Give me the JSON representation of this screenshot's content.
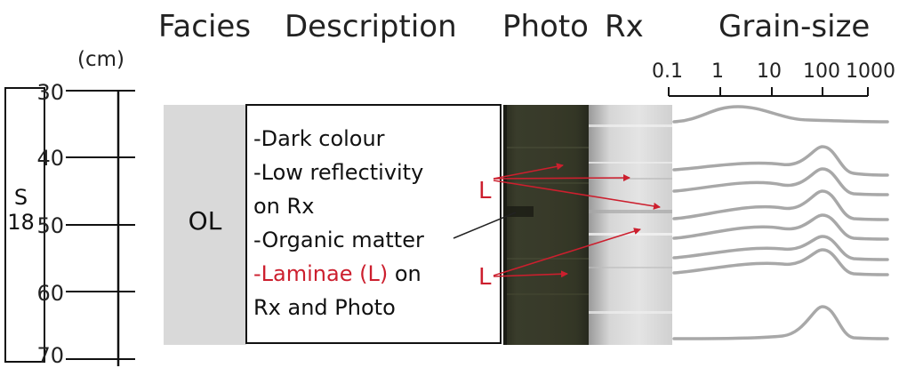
{
  "headers": {
    "facies": "Facies",
    "description": "Description",
    "photo": "Photo",
    "rx": "Rx",
    "grain_size": "Grain-size"
  },
  "depth_axis": {
    "unit": "(cm)",
    "ticks": [
      "30",
      "40",
      "50",
      "60",
      "70"
    ]
  },
  "sample": {
    "line1": "S",
    "line2": "18"
  },
  "facies": {
    "label": "OL",
    "fill": "#d9d9d9"
  },
  "description": {
    "line1": "-Dark colour",
    "line2": "-Low reflectivity",
    "line3": "on Rx",
    "line4": "-Organic matter",
    "line5_dash": "-",
    "line5_red": "Laminae (L)",
    "line5_rest": " on",
    "line6": "Rx and Photo"
  },
  "laminae_label": "L",
  "grain_axis": {
    "ticks": [
      "0.1",
      "1",
      "10",
      "100",
      "1000"
    ],
    "scale": "log"
  },
  "colors": {
    "red": "#cc1f2e",
    "curve": "#a8a8a8",
    "photo_dark": "#3a3d2c",
    "rx_light": "#d2d2d2"
  }
}
